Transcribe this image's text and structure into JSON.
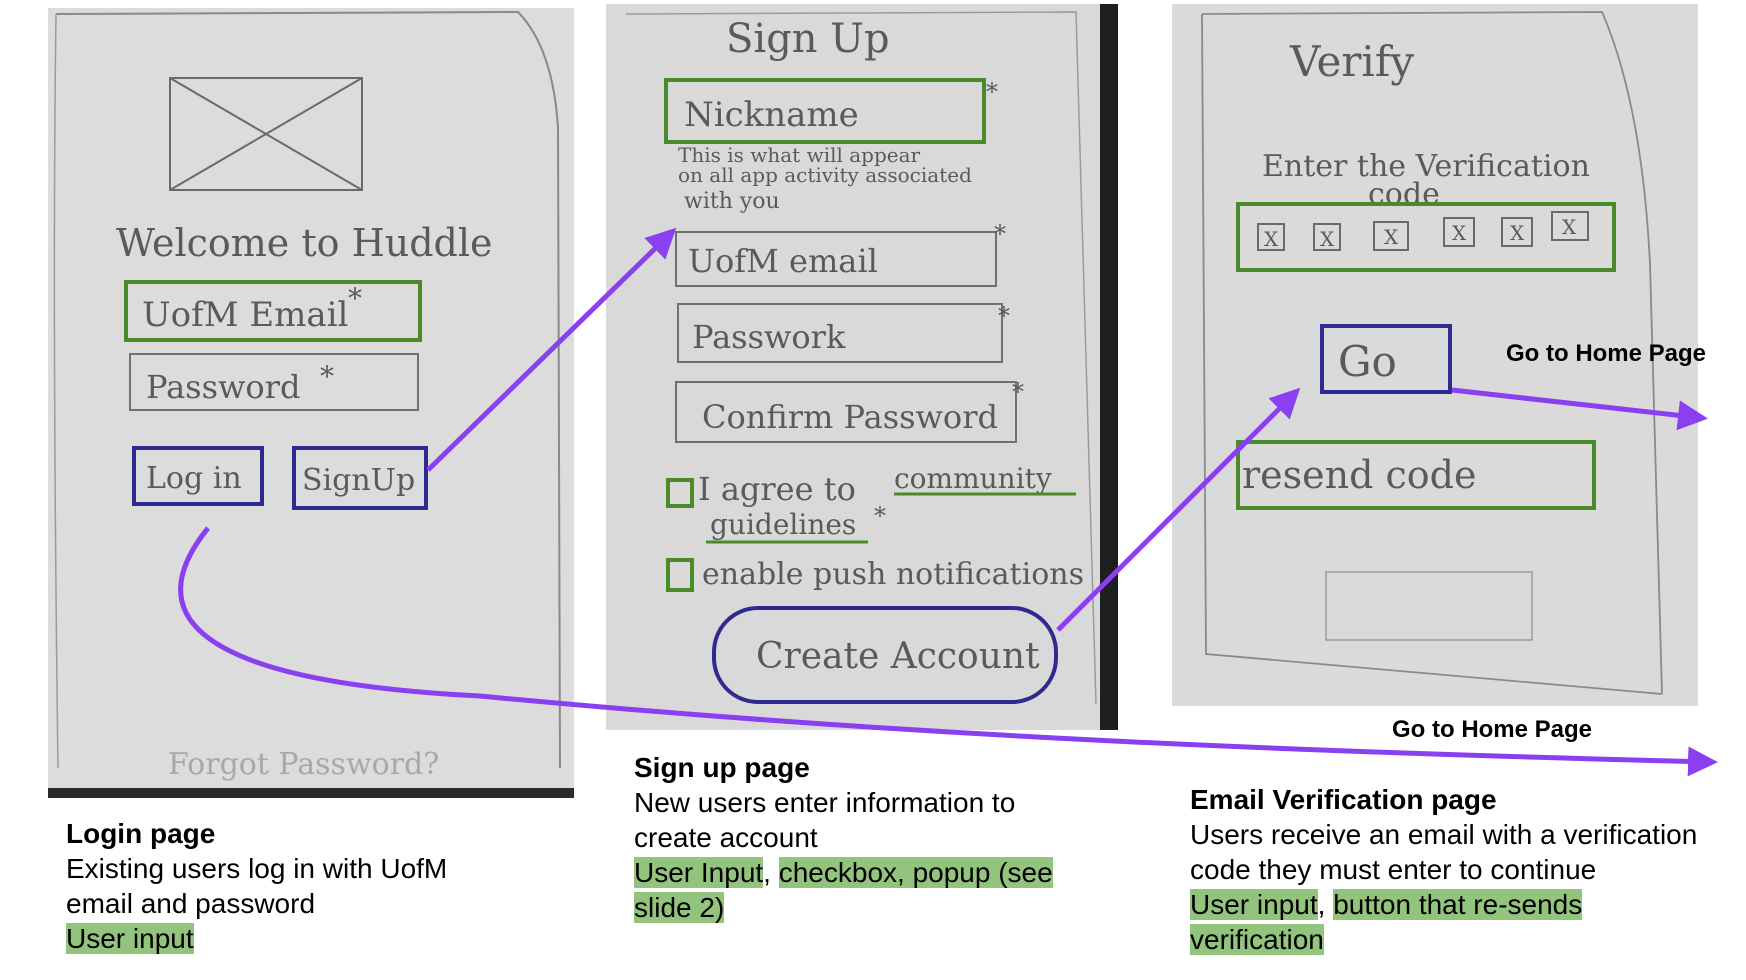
{
  "login_sketch": {
    "welcome": "Welcome to Huddle",
    "email_field": "UofM Email",
    "password_field": "Password",
    "required_mark": "*",
    "login_button": "Log in",
    "signup_button": "SignUp",
    "forgot_link": "Forgot Password?"
  },
  "signup_sketch": {
    "title": "Sign Up",
    "nickname_field": "Nickname",
    "nickname_hint_1": "This is what will appear",
    "nickname_hint_2": "on all app activity associated",
    "nickname_hint_3": "with you",
    "email_field": "UofM email",
    "password_field": "Passwork",
    "confirm_field": "Confirm Password",
    "required_mark": "*",
    "agree_prefix": "I agree to",
    "agree_link_1": "community",
    "agree_link_2": "guidelines",
    "push_label": "enable push notifications",
    "create_button": "Create Account"
  },
  "verify_sketch": {
    "title": "Verify",
    "instruction_1": "Enter the Verification",
    "instruction_2": "code",
    "code_box": "X",
    "go_button": "Go",
    "resend_button": "resend code"
  },
  "annotations": {
    "go_home_1": "Go to Home Page",
    "go_home_2": "Go to Home Page"
  },
  "captions": {
    "login": {
      "title": "Login page",
      "line1": "Existing users log in with UofM",
      "line2": "email and password",
      "tag1": "User input"
    },
    "signup": {
      "title": "Sign up page",
      "line1": "New users enter information to",
      "line2": "create account",
      "tag1": "User Input",
      "sep": ", ",
      "tag2a": "checkbox, popup (see",
      "tag2b": "slide 2)"
    },
    "verify": {
      "title": "Email Verification page",
      "line1": "Users receive an email with a verification",
      "line2": "code they must enter to continue",
      "tag1": "User input",
      "sep": ", ",
      "tag2a": "button that re-sends",
      "tag2b": "verification"
    }
  },
  "colors": {
    "green_highlight": "#93c47d",
    "sketch_green": "#4a8a2a",
    "sketch_blue": "#2f2a8f",
    "arrow_purple": "#8a3ff0",
    "paper": "#d8d8d8"
  }
}
